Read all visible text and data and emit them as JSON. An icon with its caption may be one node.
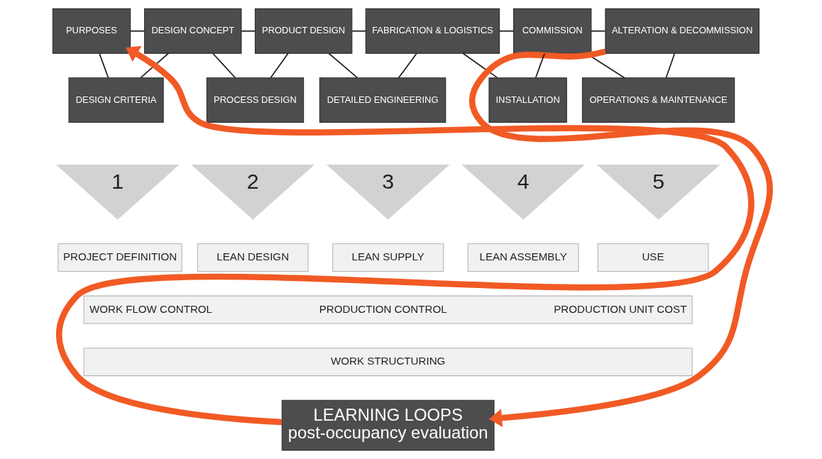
{
  "diagram": {
    "nodes": [
      {
        "text": [
          "PURPOSES"
        ]
      },
      {
        "text": [
          "DESIGN CONCEPT"
        ]
      },
      {
        "text": [
          "PRODUCT DESIGN"
        ]
      },
      {
        "text": [
          "FABRICATION & LOGISTICS"
        ]
      },
      {
        "text": [
          "COMMISSION"
        ]
      },
      {
        "text": [
          "ALTERATION & DECOMMISSION"
        ]
      },
      {
        "text": [
          "DESIGN CRITERIA"
        ]
      },
      {
        "text": [
          "PROCESS DESIGN"
        ]
      },
      {
        "text": [
          "DETAILED ENGINEERING"
        ]
      },
      {
        "text": [
          "INSTALLATION"
        ]
      },
      {
        "text": [
          "OPERATIONS & MAINTENANCE"
        ]
      },
      {
        "text": [
          "1"
        ]
      },
      {
        "text": [
          "2"
        ]
      },
      {
        "text": [
          "3"
        ]
      },
      {
        "text": [
          "4"
        ]
      },
      {
        "text": [
          "5"
        ]
      },
      {
        "text": [
          "PROJECT DEFINITION"
        ]
      },
      {
        "text": [
          "LEAN DESIGN"
        ]
      },
      {
        "text": [
          "LEAN SUPPLY"
        ]
      },
      {
        "text": [
          "LEAN ASSEMBLY"
        ]
      },
      {
        "text": [
          "USE"
        ]
      },
      {
        "text": [
          "WORK FLOW CONTROL",
          "PRODUCTION CONTROL",
          "PRODUCTION UNIT COST"
        ]
      },
      {
        "text": [
          "WORK STRUCTURING"
        ]
      },
      {
        "text": [
          "LEARNING LOOPS",
          "post-occupancy evaluation"
        ]
      }
    ],
    "edges": [
      {
        "from": 0,
        "to": 1,
        "arrow": "none"
      },
      {
        "from": 1,
        "to": 2,
        "arrow": "none"
      },
      {
        "from": 2,
        "to": 3,
        "arrow": "none"
      },
      {
        "from": 3,
        "to": 4,
        "arrow": "none"
      },
      {
        "from": 4,
        "to": 5,
        "arrow": "none"
      },
      {
        "from": 0,
        "to": 6,
        "arrow": "none"
      },
      {
        "from": 6,
        "to": 1,
        "arrow": "none"
      },
      {
        "from": 1,
        "to": 7,
        "arrow": "none"
      },
      {
        "from": 7,
        "to": 2,
        "arrow": "none"
      },
      {
        "from": 2,
        "to": 8,
        "arrow": "none"
      },
      {
        "from": 8,
        "to": 3,
        "arrow": "none"
      },
      {
        "from": 3,
        "to": 9,
        "arrow": "none"
      },
      {
        "from": 9,
        "to": 4,
        "arrow": "none"
      },
      {
        "from": 4,
        "to": 10,
        "arrow": "none"
      },
      {
        "from": 10,
        "to": 5,
        "arrow": "none"
      },
      {
        "from": 5,
        "to": 23,
        "arrow": "to",
        "style": "thick",
        "color": "#f15a24"
      },
      {
        "from": 23,
        "to": 0,
        "arrow": "to",
        "style": "thick",
        "color": "#f15a24"
      }
    ]
  }
}
